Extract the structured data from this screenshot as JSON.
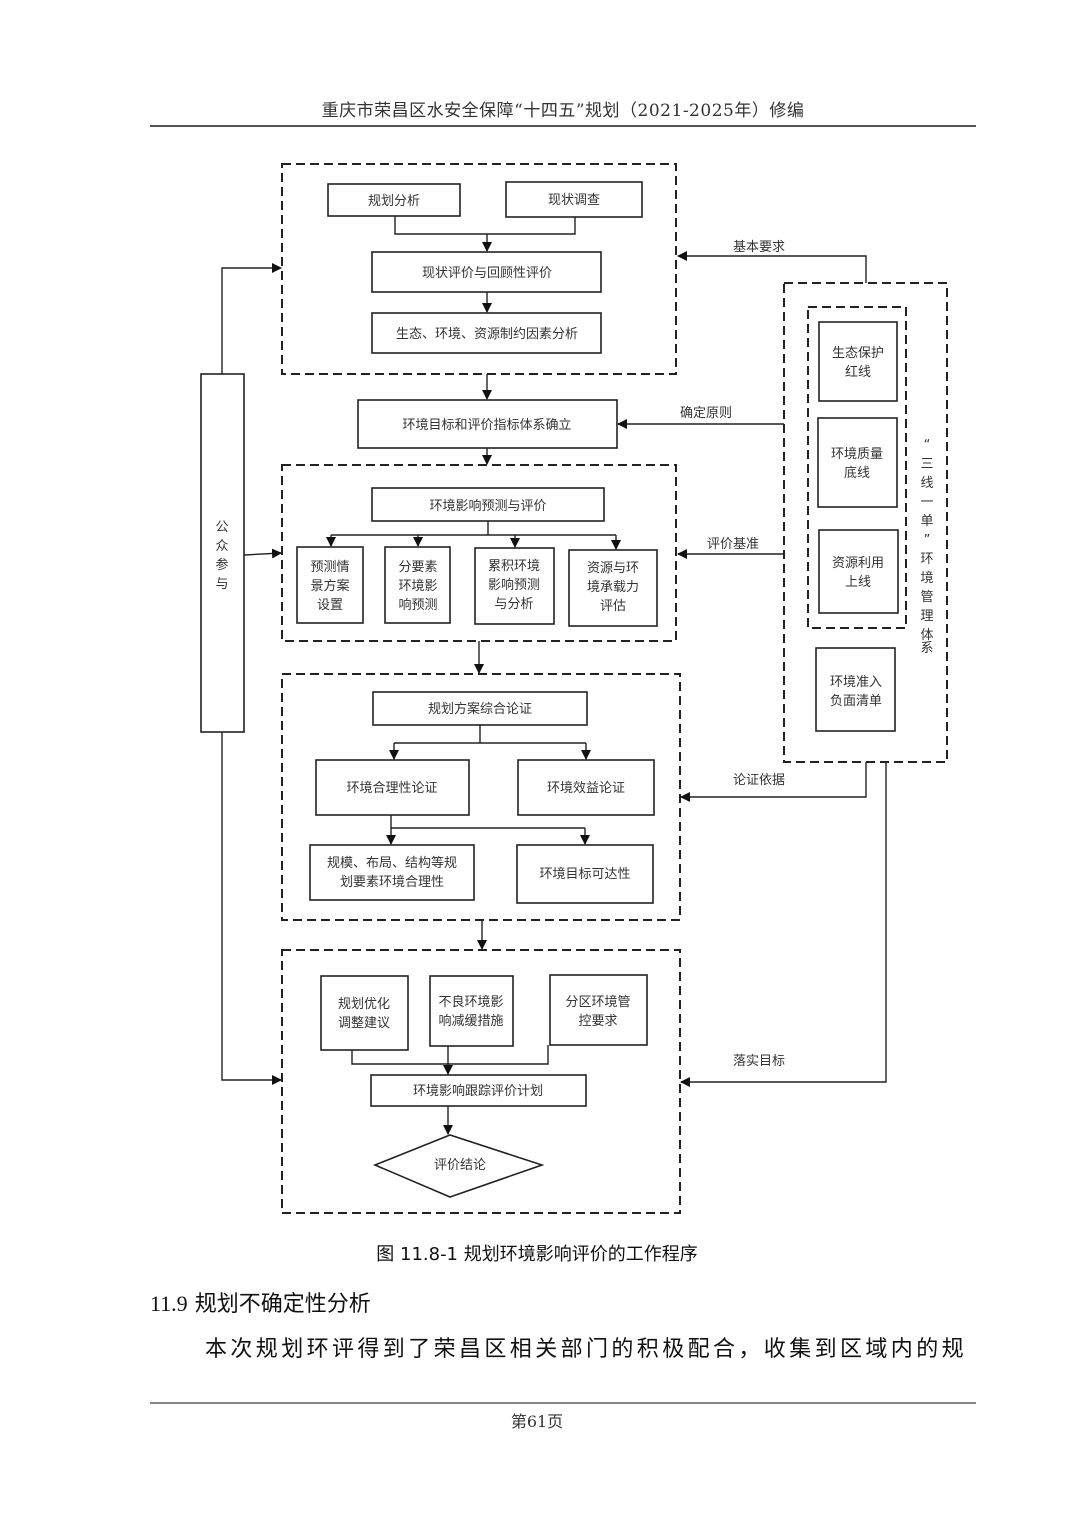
{
  "header": {
    "title": "重庆市荣昌区水安全保障“十四五”规划（2021-2025年）修编"
  },
  "diagram": {
    "group1": {
      "planning_analysis": "规划分析",
      "status_survey": "现状调查",
      "status_evaluation": "现状评价与回顾性评价",
      "constraint_analysis": "生态、环境、资源制约因素分析"
    },
    "target_system": "环境目标和评价指标体系确立",
    "group2": {
      "title": "环境影响预测与评价",
      "items": [
        [
          "预测情",
          "景方案",
          "设置"
        ],
        [
          "分要素",
          "环境影",
          "响预测"
        ],
        [
          "累积环境",
          "影响预测",
          "与分析"
        ],
        [
          "资源与环",
          "境承载力",
          "评估"
        ]
      ]
    },
    "group3": {
      "title": "规划方案综合论证",
      "rationality": "环境合理性论证",
      "benefit": "环境效益论证",
      "elements": [
        "规模、布局、结构等规",
        "划要素环境合理性"
      ],
      "achievability": "环境目标可达性"
    },
    "group4": {
      "items": [
        [
          "规划优化",
          "调整建议"
        ],
        [
          "不良环境影",
          "响减缓措施"
        ],
        [
          "分区环境管",
          "控要求"
        ]
      ],
      "tracking_plan": "环境影响跟踪评价计划",
      "conclusion": "评价结论"
    },
    "public_participation": [
      "公",
      "众",
      "参",
      "与"
    ],
    "three_lines": {
      "items": [
        [
          "生态保护",
          "红线"
        ],
        [
          "环境质量",
          "底线"
        ],
        [
          "资源利用",
          "上线"
        ]
      ],
      "negative_list": [
        "环境准入",
        "负面清单"
      ],
      "system_label": [
        "“",
        "三",
        "线",
        "一",
        "单",
        "”",
        "环",
        "境",
        "管",
        "理",
        "体",
        "系"
      ]
    },
    "connectors": {
      "basic_requirements": "基本要求",
      "determine_principles": "确定原则",
      "evaluation_baseline": "评价基准",
      "demonstration_basis": "论证依据",
      "implement_targets": "落实目标"
    }
  },
  "caption": "图 11.8-1 规划环境影响评价的工作程序",
  "section": {
    "number": "11.9",
    "title": "规划不确定性分析"
  },
  "paragraph": "本次规划环评得到了荣昌区相关部门的积极配合，收集到区域内的规",
  "footer": {
    "page": "第61页"
  }
}
